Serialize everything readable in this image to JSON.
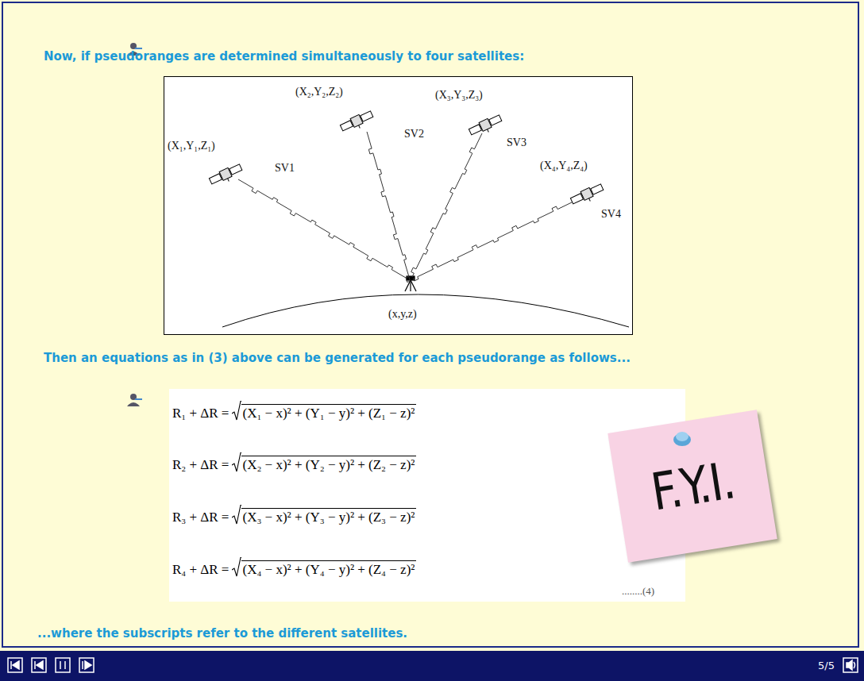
{
  "diagram": {
    "title": "Now, if pseudoranges are determined simultaneously to four satellites:",
    "nodes": [
      {
        "text": [
          "F.Y.I."
        ]
      }
    ],
    "labels": [
      "(X₂,Y₂,Z₂)",
      "SV2",
      "(X₃,Y₃,Z₃)",
      "SV3",
      "(X₁,Y₁,Z₁)",
      "SV1",
      "(X₄,Y₄,Z₄)",
      "SV4",
      "(x,y,z)",
      "Then an equations as in (3) above can be generated for each pseudorange as follows...",
      "R₁ + ΔR =",
      "(X₁ − x)² + (Y₁ − y)² + (Z₁ − z)²",
      "R₂ + ΔR =",
      "(X₂ − x)² + (Y₂ − y)² + (Z₂ − z)²",
      "R₃ + ΔR =",
      "(X₃ − x)² + (Y₃ − y)² + (Z₃ − z)²",
      "R₄ + ΔR =",
      "(X₄ − x)² + (Y₄ − y)² + (Z₄ − z)²",
      "........(4)",
      "...where the subscripts refer to the different satellites.",
      "5/5"
    ]
  }
}
